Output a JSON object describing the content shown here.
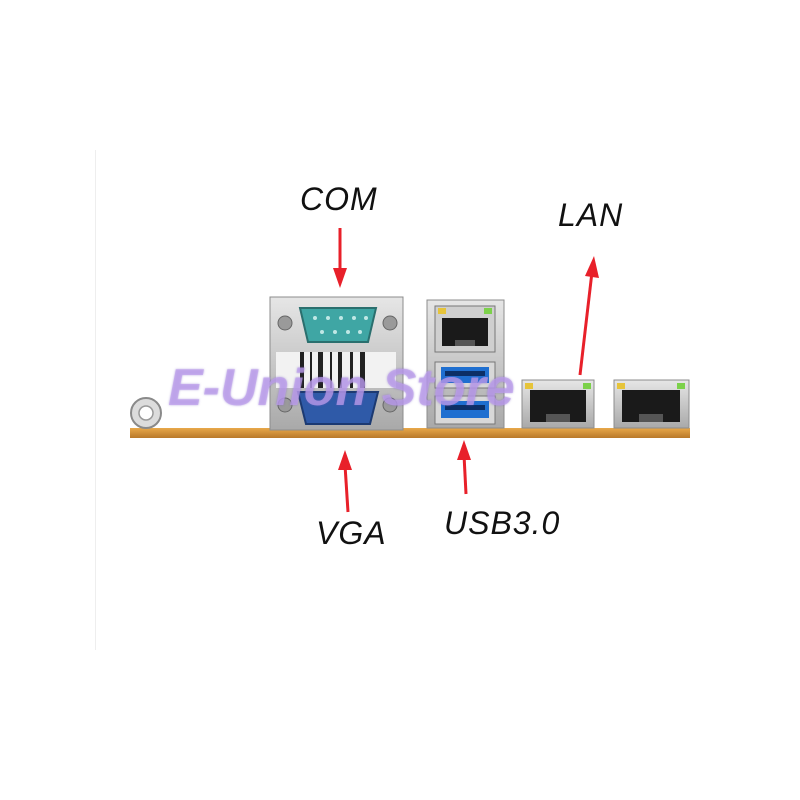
{
  "labels": {
    "com": "COM",
    "lan": "LAN",
    "vga": "VGA",
    "usb": "USB3.0"
  },
  "watermark": "E-Union Store",
  "colors": {
    "arrow": "#e8202a",
    "pcb": "#d99a3a",
    "metal": "#c9c9c9",
    "com_port": "#3fa6a4",
    "vga_port": "#2f5aa8",
    "usb_blue": "#1f6fd0"
  }
}
